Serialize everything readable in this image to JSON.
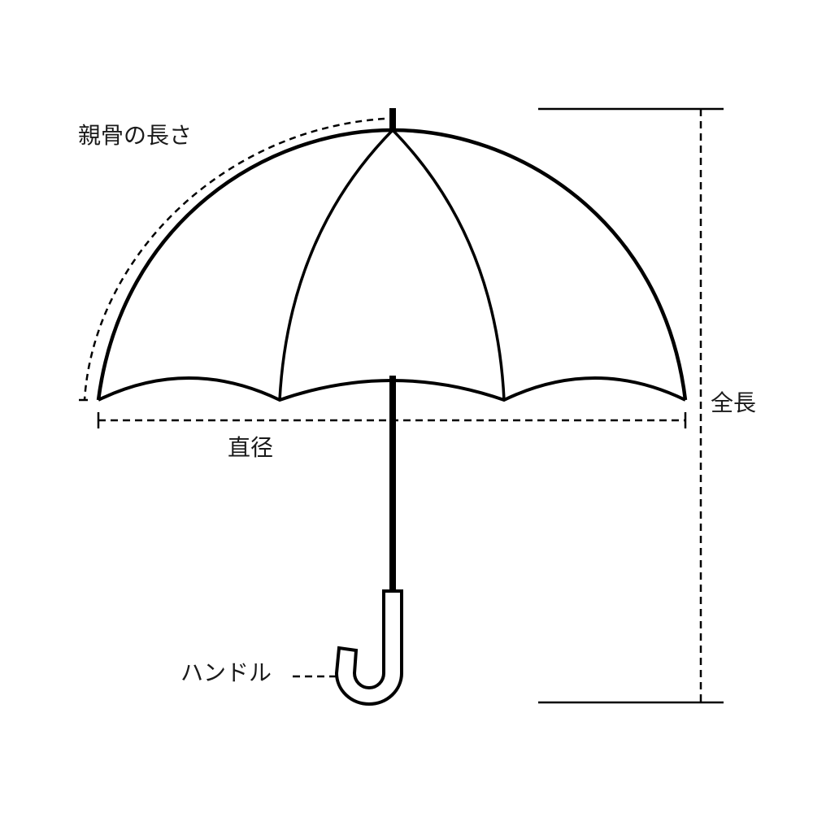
{
  "labels": {
    "rib_length": "親骨の長さ",
    "diameter": "直径",
    "total_length": "全長",
    "handle": "ハンドル"
  },
  "colors": {
    "line": "#000000",
    "background": "#ffffff"
  }
}
